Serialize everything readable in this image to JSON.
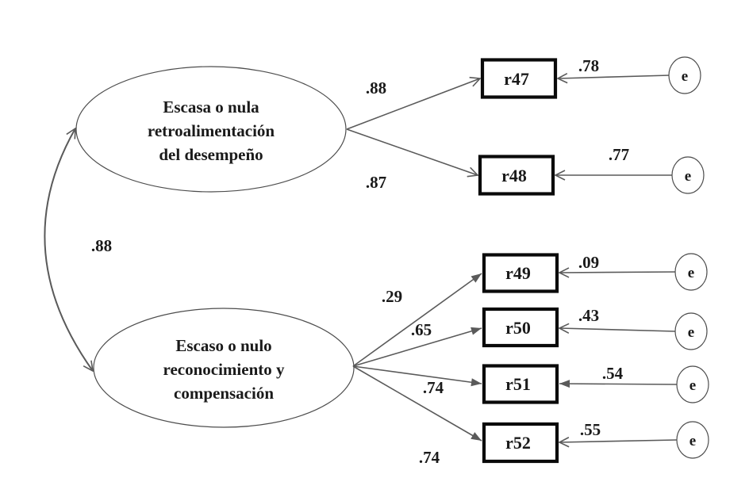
{
  "colors": {
    "line": "#5a5a5a",
    "box_border": "#0a0a0a",
    "text": "#1a1a1a",
    "background": "#ffffff"
  },
  "diagram": {
    "type": "structural-equation-model-path-diagram",
    "covariance": {
      "value": ".88"
    },
    "factor1": {
      "name": "Escasa o nula retroalimentación del desempeño",
      "line1": "Escasa o nula",
      "line2": "retroalimentación",
      "line3": "del desempeño"
    },
    "factor2": {
      "name": "Escaso o nulo reconocimiento y compensación",
      "line1": "Escaso o nulo",
      "line2": "reconocimiento y",
      "line3": "compensación"
    },
    "indicators": [
      {
        "id": "r47",
        "factor": "factor1",
        "loading": ".88",
        "error_weight": ".78",
        "error_label": "e"
      },
      {
        "id": "r48",
        "factor": "factor1",
        "loading": ".87",
        "error_weight": ".77",
        "error_label": "e"
      },
      {
        "id": "r49",
        "factor": "factor2",
        "loading": ".29",
        "error_weight": ".09",
        "error_label": "e"
      },
      {
        "id": "r50",
        "factor": "factor2",
        "loading": ".65",
        "error_weight": ".43",
        "error_label": "e"
      },
      {
        "id": "r51",
        "factor": "factor2",
        "loading": ".74",
        "error_weight": ".54",
        "error_label": "e"
      },
      {
        "id": "r52",
        "factor": "factor2",
        "loading": ".74",
        "error_weight": ".55",
        "error_label": "e"
      }
    ]
  }
}
